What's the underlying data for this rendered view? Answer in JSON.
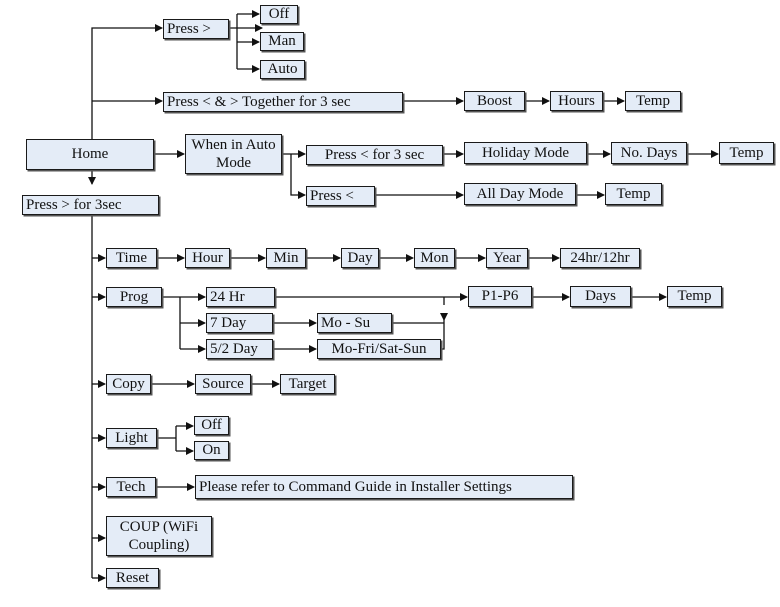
{
  "menu": {
    "home": "Home",
    "press_right": "Press >",
    "off": "Off",
    "man": "Man",
    "auto": "Auto",
    "press_together": "Press <  & > Together for 3 sec",
    "boost": "Boost",
    "hours": "Hours",
    "boost_temp": "Temp",
    "when_auto": "When in Auto Mode",
    "press_left_3s": "Press < for 3 sec",
    "holiday": "Holiday Mode",
    "no_days": "No. Days",
    "holiday_temp": "Temp",
    "press_left": "Press <",
    "all_day": "All Day Mode",
    "all_day_temp": "Temp",
    "press_right_3s": "Press > for 3sec",
    "time": "Time",
    "hour": "Hour",
    "min": "Min",
    "day": "Day",
    "mon": "Mon",
    "year": "Year",
    "hr_format": "24hr/12hr",
    "prog": "Prog",
    "p24": "24 Hr",
    "p7": "7 Day",
    "p52": "5/2 Day",
    "mo_su": "Mo - Su",
    "mo_fri": "Mo-Fri/Sat-Sun",
    "p1p6": "P1-P6",
    "days": "Days",
    "prog_temp": "Temp",
    "copy": "Copy",
    "source": "Source",
    "target": "Target",
    "light": "Light",
    "light_off": "Off",
    "light_on": "On",
    "tech": "Tech",
    "tech_note": "Please refer to Command Guide in Installer Settings",
    "coup": "COUP (WiFi Coupling)",
    "reset": "Reset"
  }
}
